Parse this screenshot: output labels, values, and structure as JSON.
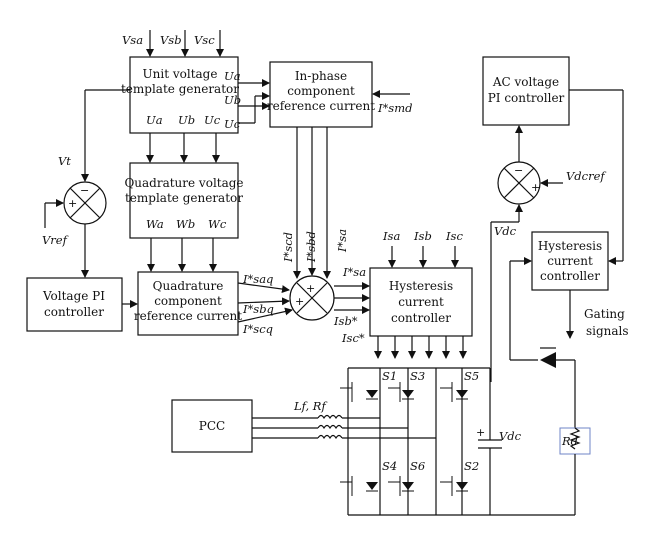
{
  "blocks": {
    "unit_template": [
      "Unit voltage",
      "template generator"
    ],
    "in_phase": [
      "In-phase",
      "component",
      "reference current"
    ],
    "quadrature_template": [
      "Quadrature voltage",
      "template generator"
    ],
    "voltage_pi": [
      "Voltage PI",
      "controller"
    ],
    "quadrature_ref": [
      "Quadrature",
      "component",
      "reference current"
    ],
    "hyst_main": [
      "Hysteresis",
      "current",
      "controller"
    ],
    "ac_pi": [
      "AC voltage",
      "PI controller"
    ],
    "hyst_right": [
      "Hysteresis",
      "current",
      "controller"
    ],
    "pcc": "PCC"
  },
  "signals": {
    "vsa": "Vsa",
    "vsb": "Vsb",
    "vsc": "Vsc",
    "ua": "Ua",
    "ub": "Ub",
    "uc": "Uc",
    "wa": "Wa",
    "wb": "Wb",
    "wc": "Wc",
    "vt": "Vt",
    "vref": "Vref",
    "ismd": "I*smd",
    "iscd": "I*scd",
    "isbd": "I*sbd",
    "isa_d": "I*sa",
    "isaq": "I*saq",
    "isbq": "I*sbq",
    "iscq": "I*scq",
    "isa_star": "I*sa",
    "isb_star": "Isb*",
    "isc_star": "Isc*",
    "isa": "Isa",
    "isb": "Isb",
    "isc": "Isc",
    "vdc": "Vdc",
    "vdcref": "Vdcref",
    "vdc2": "Vdc",
    "lf_rf": "Lf, Rf",
    "rd": "Rd",
    "gating": [
      "Gating",
      "signals"
    ],
    "s1": "S1",
    "s2": "S2",
    "s3": "S3",
    "s4": "S4",
    "s5": "S5",
    "s6": "S6"
  },
  "signs": {
    "plus": "+",
    "minus": "−"
  }
}
